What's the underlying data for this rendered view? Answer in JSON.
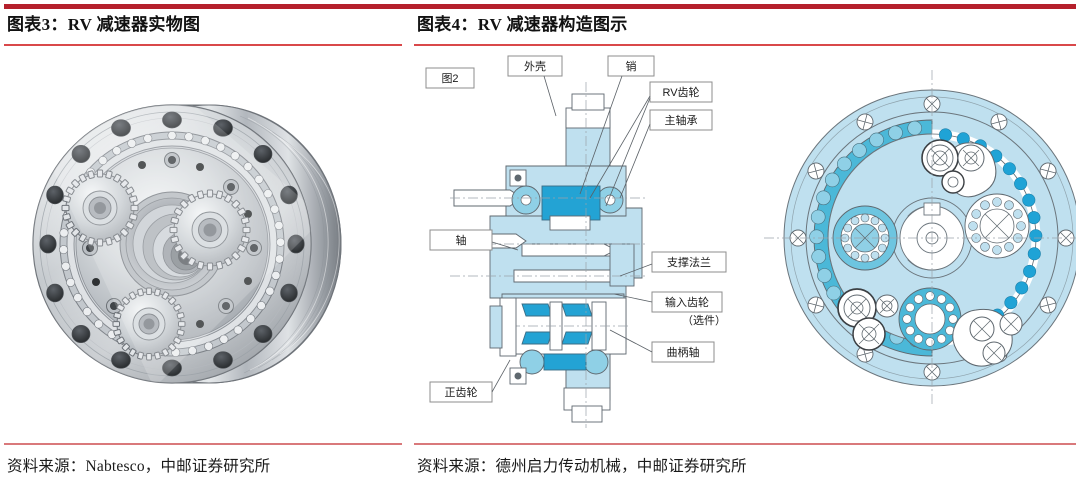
{
  "document": {
    "accent_dark_red": "#B5202C",
    "accent_light_red": "#D9484A",
    "accent_foot_red": "#D9797B",
    "background": "#ffffff"
  },
  "panels": {
    "left": {
      "exhibit_title": "图表3：RV 减速器实物图",
      "source": "资料来源：Nabtesco，中邮证券研究所",
      "figure_kind": "photograph",
      "figure_subject": "RV reducer physical product — metallic cylindrical speed reducer with three planetary spur gears, central splined hub, and bolt-hole flange"
    },
    "right": {
      "exhibit_title": "图表4：RV 减速器构造图示",
      "source": "资料来源：德州启力传动机械，中邮证券研究所",
      "figure_kind": "technical-diagram",
      "figure_subject": "RV reducer construction diagram — cross-section view and front cutaway view",
      "figure_number_label": "图2",
      "callouts": [
        {
          "id": "housing",
          "label": "外壳"
        },
        {
          "id": "pin",
          "label": "销"
        },
        {
          "id": "rv-gear",
          "label": "RV齿轮"
        },
        {
          "id": "main-bearing",
          "label": "主轴承"
        },
        {
          "id": "shaft",
          "label": "轴"
        },
        {
          "id": "support-flange",
          "label": "支撑法兰"
        },
        {
          "id": "input-gear",
          "label": "输入齿轮"
        },
        {
          "id": "input-gear-opt",
          "label": "（选件）"
        },
        {
          "id": "crankshaft",
          "label": "曲柄轴"
        },
        {
          "id": "spur-gear",
          "label": "正齿轮"
        }
      ],
      "diagram_colors": {
        "fill_light_blue": "#BFE0EF",
        "fill_mid_blue": "#7FC9E3",
        "fill_accent_blue": "#23A3D4",
        "outline_gray": "#5a6066",
        "callout_box_border": "#8b8b8b"
      }
    }
  }
}
